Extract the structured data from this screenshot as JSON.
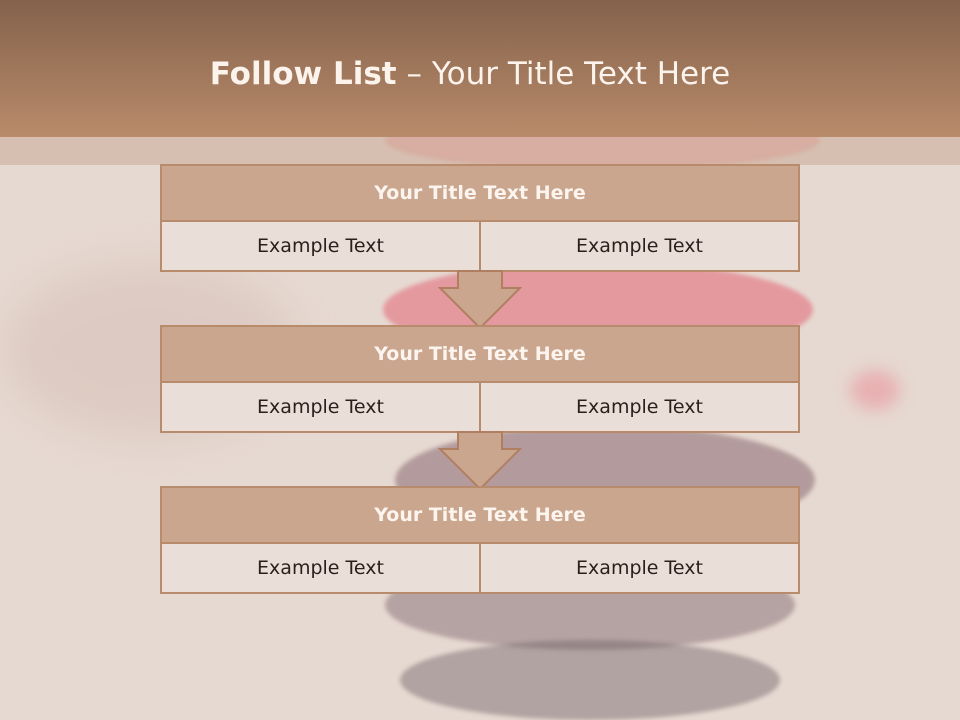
{
  "slide": {
    "title_bold": "Follow List",
    "title_rest": " – Your Title Text Here"
  },
  "blocks": [
    {
      "title": "Your Title Text Here",
      "left": "Example Text",
      "right": "Example Text"
    },
    {
      "title": "Your Title Text Here",
      "left": "Example Text",
      "right": "Example Text"
    },
    {
      "title": "Your Title Text Here",
      "left": "Example Text",
      "right": "Example Text"
    }
  ],
  "colors": {
    "header": "#b98b6b",
    "block_border": "#b88b6c",
    "block_title_bg": "#caa68e",
    "arrow_fill": "#caa68e"
  }
}
